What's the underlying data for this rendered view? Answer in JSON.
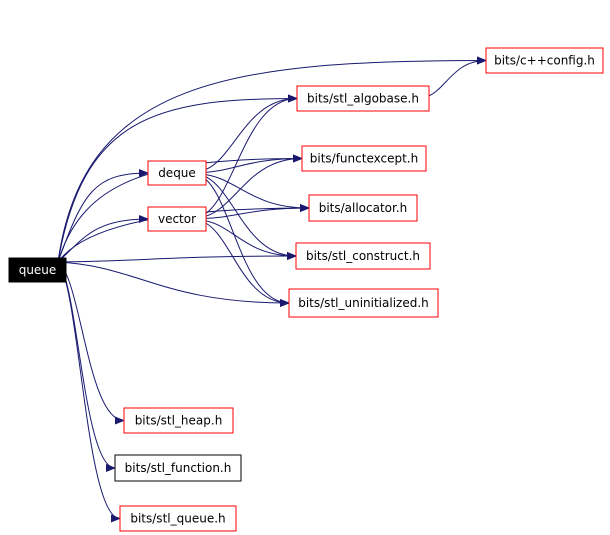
{
  "colors": {
    "edge": "#191970",
    "border_red": "#ff0000",
    "border_black": "#000000",
    "root_fill": "#000000",
    "root_text": "#ffffff",
    "text": "#000000",
    "background": "#ffffff"
  },
  "nodes": {
    "queue": "queue",
    "cxx_config": "bits/c++config.h",
    "stl_algobase": "bits/stl_algobase.h",
    "functexcept": "bits/functexcept.h",
    "deque": "deque",
    "allocator": "bits/allocator.h",
    "vector": "vector",
    "stl_construct": "bits/stl_construct.h",
    "stl_uninitialized": "bits/stl_uninitialized.h",
    "stl_heap": "bits/stl_heap.h",
    "stl_function": "bits/stl_function.h",
    "stl_queue": "bits/stl_queue.h"
  },
  "edges": [
    [
      "queue",
      "cxx_config"
    ],
    [
      "queue",
      "stl_algobase"
    ],
    [
      "queue",
      "functexcept"
    ],
    [
      "queue",
      "deque"
    ],
    [
      "queue",
      "vector"
    ],
    [
      "queue",
      "allocator"
    ],
    [
      "queue",
      "stl_construct"
    ],
    [
      "queue",
      "stl_uninitialized"
    ],
    [
      "queue",
      "stl_heap"
    ],
    [
      "queue",
      "stl_function"
    ],
    [
      "queue",
      "stl_queue"
    ],
    [
      "stl_algobase",
      "cxx_config"
    ],
    [
      "deque",
      "stl_algobase"
    ],
    [
      "deque",
      "functexcept"
    ],
    [
      "deque",
      "allocator"
    ],
    [
      "deque",
      "stl_construct"
    ],
    [
      "deque",
      "stl_uninitialized"
    ],
    [
      "vector",
      "stl_algobase"
    ],
    [
      "vector",
      "functexcept"
    ],
    [
      "vector",
      "allocator"
    ],
    [
      "vector",
      "stl_construct"
    ],
    [
      "vector",
      "stl_uninitialized"
    ]
  ]
}
